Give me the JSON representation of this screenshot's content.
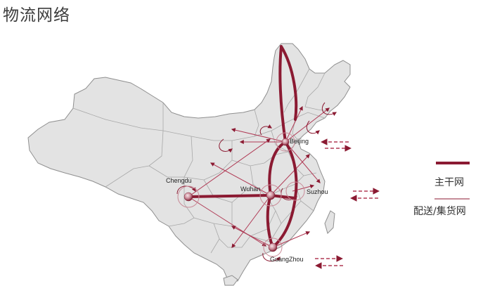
{
  "page": {
    "title": "物流网络"
  },
  "map": {
    "region": "China",
    "colors": {
      "land": "#e3e3e3",
      "land_border": "#8f8f8f",
      "route": "#8b1a32",
      "route_light": "#b03a55",
      "node_fill": "#c98a97"
    },
    "cities": [
      {
        "id": "beijing",
        "label": "Beijing"
      },
      {
        "id": "chengdu",
        "label": "Chengdu"
      },
      {
        "id": "wuhan",
        "label": "Wuhan"
      },
      {
        "id": "suzhou",
        "label": "Suzhou"
      },
      {
        "id": "guangzhou",
        "label": "GuangZhou"
      }
    ]
  },
  "legend": {
    "trunk_label": "主干网",
    "feeder_label": "配送/集货网",
    "trunk_icon": "thick-line-icon",
    "feeder_icon": "thin-line-icon"
  }
}
